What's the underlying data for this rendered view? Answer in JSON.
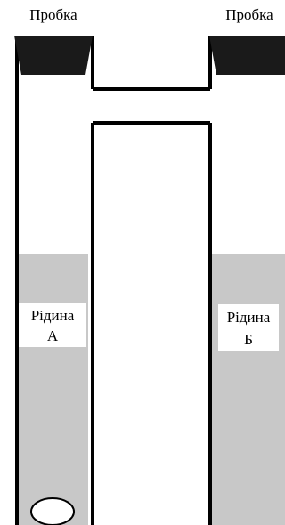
{
  "labels": {
    "stopper_left": "Пробка",
    "stopper_right": "Пробка",
    "liquid_a_line1": "Рідина",
    "liquid_a_line2": "А",
    "liquid_b_line1": "Рідина",
    "liquid_b_line2": "Б"
  },
  "colors": {
    "background": "#ffffff",
    "liquid": "#c8c8c8",
    "outline": "#000000",
    "stopper": "#1a1a1a",
    "label_box": "#ffffff"
  }
}
